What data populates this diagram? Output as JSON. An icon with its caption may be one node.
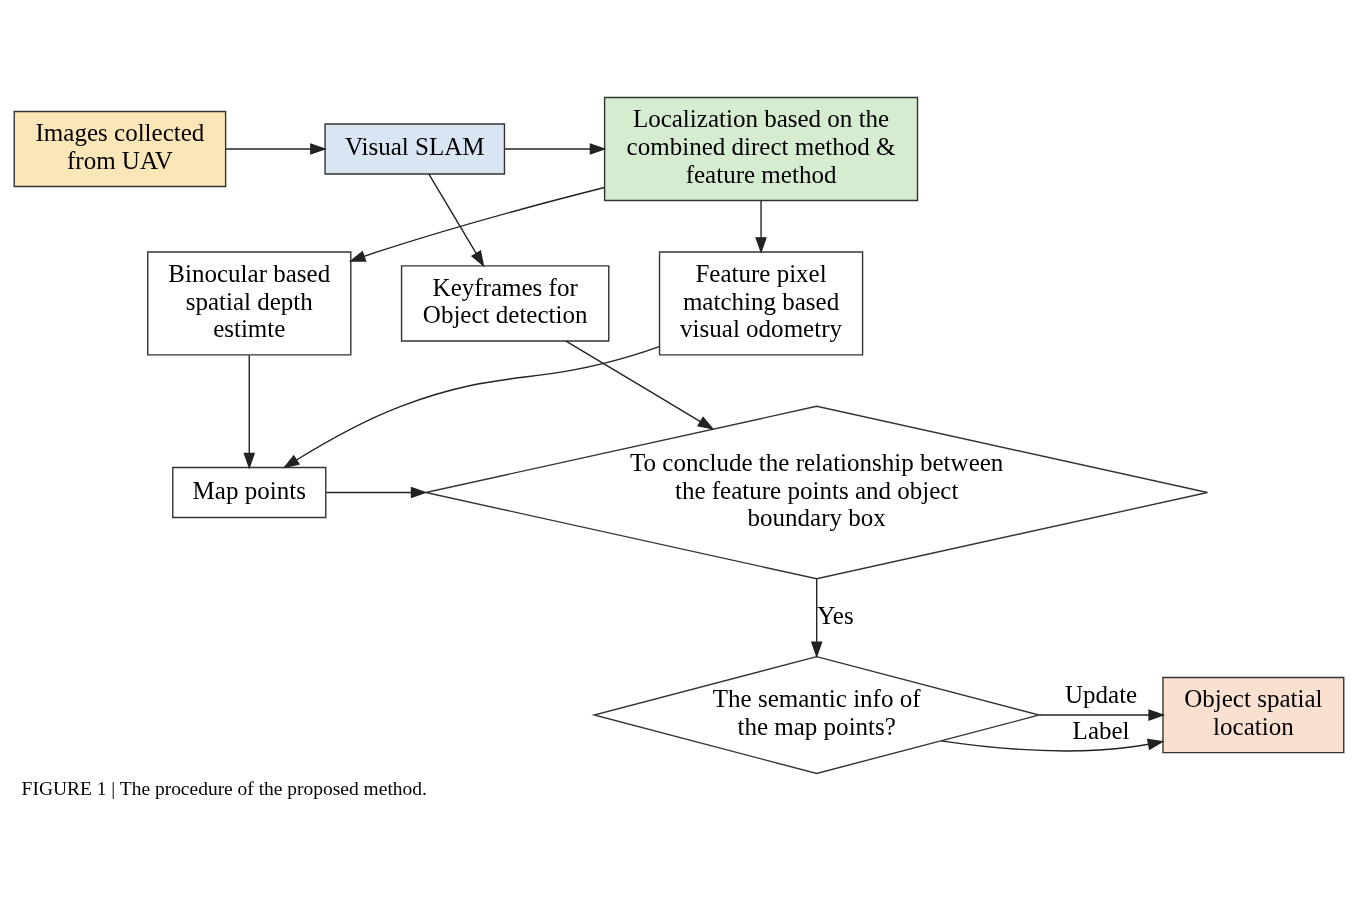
{
  "diagram": {
    "caption": "FIGURE 1 | The procedure of the proposed method.",
    "nodes": [
      {
        "text": [
          "Images collected from UAV"
        ]
      },
      {
        "text": [
          "Visual SLAM"
        ]
      },
      {
        "text": [
          "Localization based on the combined direct method & feature method"
        ]
      },
      {
        "text": [
          "Keyframes for Object detection"
        ]
      },
      {
        "text": [
          "Feature pixel matching based visual odometry"
        ]
      },
      {
        "text": [
          "Binocular based spatial depth estimte"
        ]
      },
      {
        "text": [
          "To conclude the relationship between the feature points and object boundary box"
        ]
      },
      {
        "text": [
          "Map points"
        ]
      },
      {
        "text": [
          "The semantic info of the map points?"
        ]
      },
      {
        "text": [
          "Object spatial location"
        ]
      }
    ],
    "edges": [
      {
        "from": 0,
        "to": 1,
        "arrow": "to"
      },
      {
        "from": 1,
        "to": 2,
        "arrow": "to"
      },
      {
        "from": 1,
        "to": 3,
        "arrow": "to"
      },
      {
        "from": 2,
        "to": 4,
        "arrow": "to"
      },
      {
        "from": 2,
        "to": 5,
        "arrow": "to"
      },
      {
        "from": 3,
        "to": 6,
        "arrow": "to"
      },
      {
        "from": 4,
        "to": 7,
        "arrow": "to"
      },
      {
        "from": 5,
        "to": 7,
        "arrow": "to"
      },
      {
        "from": 7,
        "to": 6,
        "arrow": "to"
      },
      {
        "from": 6,
        "to": 8,
        "arrow": "to",
        "label": "Yes"
      },
      {
        "from": 8,
        "to": 9,
        "arrow": "to",
        "label": "Label"
      },
      {
        "from": 8,
        "to": 9,
        "arrow": "to",
        "label": "Update"
      }
    ]
  }
}
